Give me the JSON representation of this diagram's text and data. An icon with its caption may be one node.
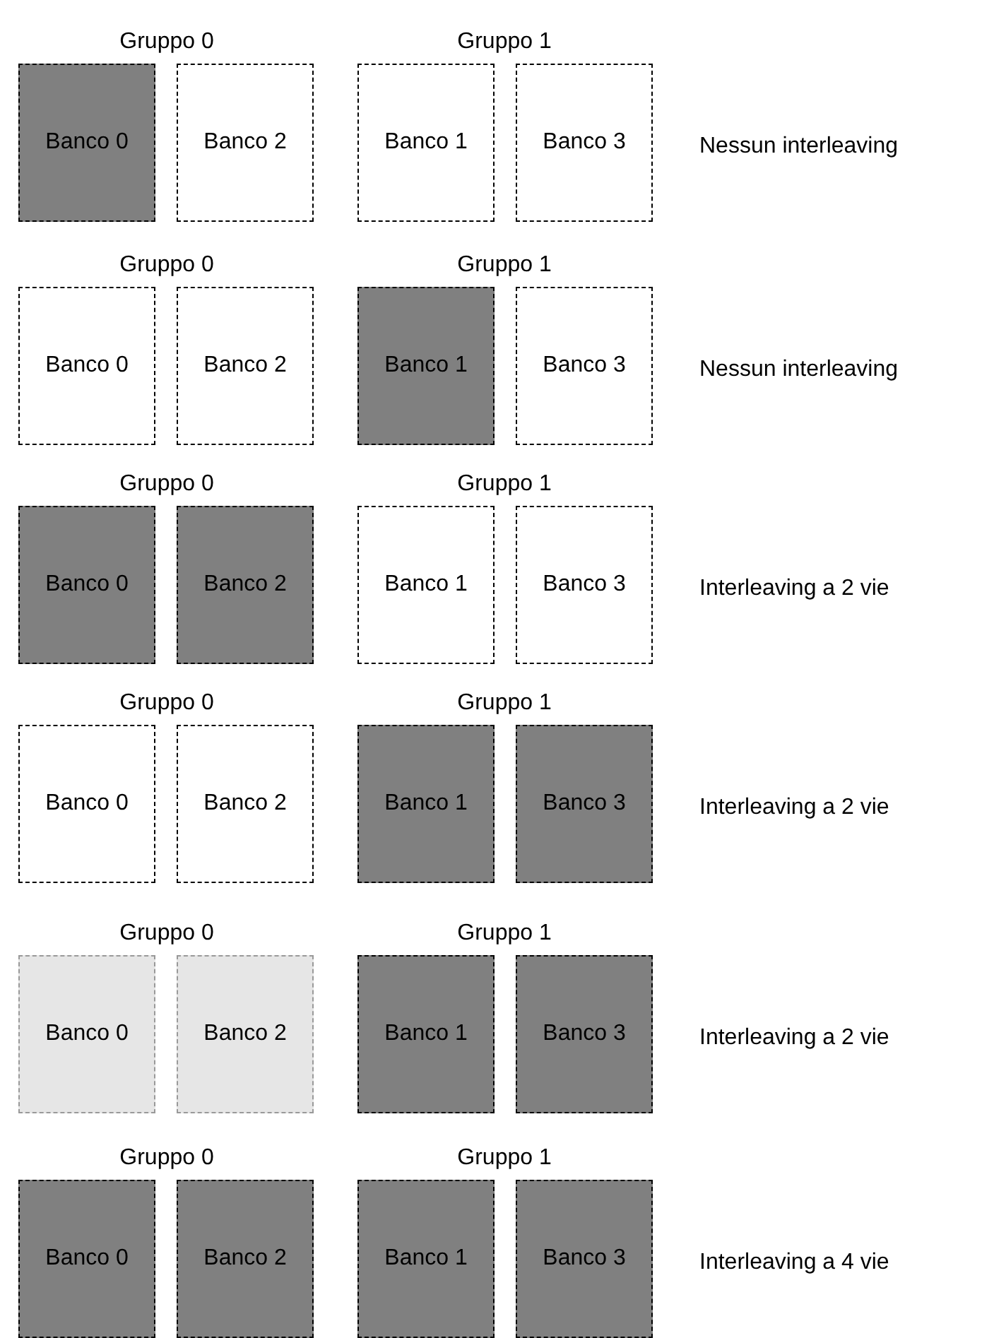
{
  "diagram": {
    "nodes": [
      {
        "text": [
          "Banco 0"
        ]
      },
      {
        "text": [
          "Banco 2"
        ]
      },
      {
        "text": [
          "Banco 1"
        ]
      },
      {
        "text": [
          "Banco 3"
        ]
      },
      {
        "text": [
          "Banco 0"
        ]
      },
      {
        "text": [
          "Banco 2"
        ]
      },
      {
        "text": [
          "Banco 1"
        ]
      },
      {
        "text": [
          "Banco 3"
        ]
      },
      {
        "text": [
          "Banco 0"
        ]
      },
      {
        "text": [
          "Banco 2"
        ]
      },
      {
        "text": [
          "Banco 1"
        ]
      },
      {
        "text": [
          "Banco 3"
        ]
      },
      {
        "text": [
          "Banco 0"
        ]
      },
      {
        "text": [
          "Banco 2"
        ]
      },
      {
        "text": [
          "Banco 1"
        ]
      },
      {
        "text": [
          "Banco 3"
        ]
      },
      {
        "text": [
          "Banco 0"
        ]
      },
      {
        "text": [
          "Banco 2"
        ]
      },
      {
        "text": [
          "Banco 1"
        ]
      },
      {
        "text": [
          "Banco 3"
        ]
      },
      {
        "text": [
          "Banco 0"
        ]
      },
      {
        "text": [
          "Banco 2"
        ]
      },
      {
        "text": [
          "Banco 1"
        ]
      },
      {
        "text": [
          "Banco 3"
        ]
      }
    ],
    "labels": [
      "Gruppo 0",
      "Gruppo 1",
      "Nessun interleaving",
      "Gruppo 0",
      "Gruppo 1",
      "Nessun interleaving",
      "Gruppo 0",
      "Gruppo 1",
      "Interleaving a 2 vie",
      "Gruppo 0",
      "Gruppo 1",
      "Interleaving a 2 vie",
      "Gruppo 0",
      "Gruppo 1",
      "Interleaving a 2 vie",
      "Gruppo 0",
      "Gruppo 1",
      "Interleaving a 4 vie"
    ]
  }
}
